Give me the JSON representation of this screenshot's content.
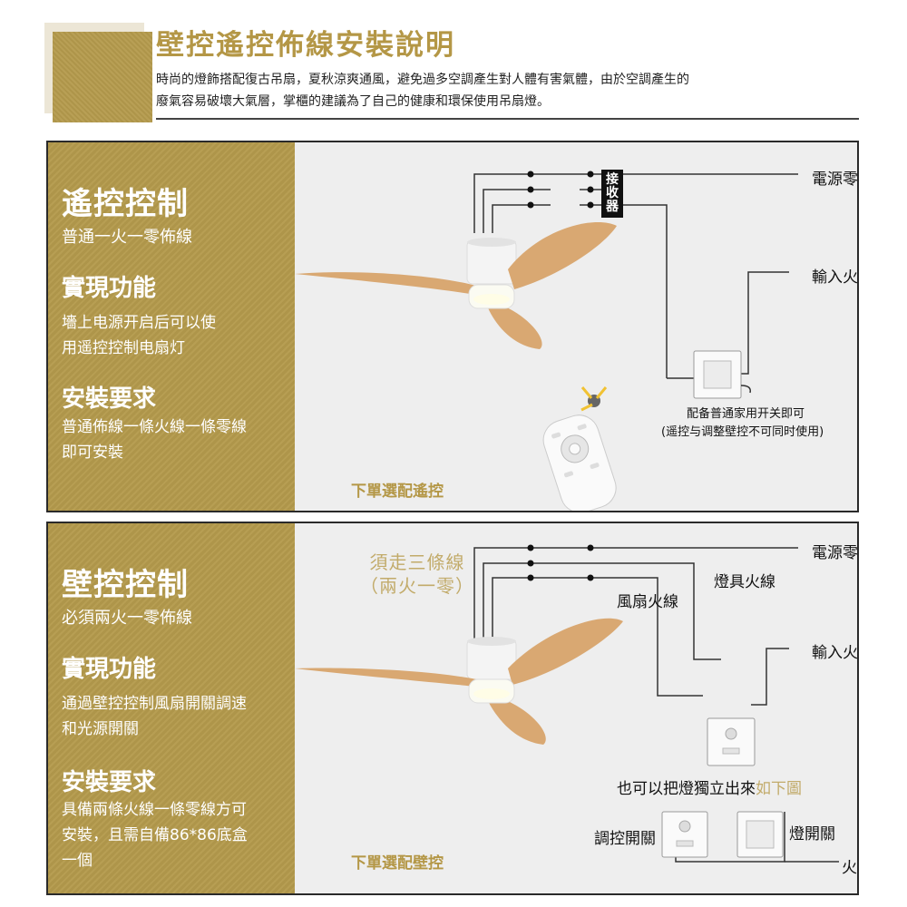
{
  "header": {
    "title": "壁控遙控佈線安裝說明",
    "desc_line1": "時尚的燈飾搭配復古吊扇，夏秋涼爽通風，避免過多空調產生對人體有害氣體，由於空調產生的",
    "desc_line2": "廢氣容易破壞大氣層，掌櫃的建議為了自己的健康和環保使用吊扇燈。"
  },
  "panel_remote": {
    "title": "遙控控制",
    "subtitle": "普通一火一零佈線",
    "func_heading": "實現功能",
    "func_line1": "墻上电源开启后可以使",
    "func_line2": "用遥控控制电扇灯",
    "req_heading": "安裝要求",
    "req_line1": "普通佈線一條火線一條零線",
    "req_line2": "即可安裝",
    "receiver_label": "接收器",
    "label_neutral": "電源零線",
    "label_live_in": "輸入火線",
    "switch_note_line1": "配备普通家用开关即可",
    "switch_note_line2": "(遥控与调整壁控不可同时使用)",
    "order_note": "下單選配遙控"
  },
  "panel_wall": {
    "title": "壁控控制",
    "subtitle": "必須兩火一零佈線",
    "func_heading": "實現功能",
    "func_line1": "通過壁控控制風扇開關調速",
    "func_line2": "和光源開關",
    "req_heading": "安裝要求",
    "req_line1": "具備兩條火線一條零線方可",
    "req_line2": "安裝，且需自備86*86底盒",
    "req_line3": "一個",
    "wires_note_line1": "須走三條線",
    "wires_note_line2": "（兩火一零）",
    "label_neutral": "電源零線",
    "label_lamp_live": "燈具火線",
    "label_fan_live": "風扇火線",
    "label_live_in": "輸入火線",
    "separate_note_main": "也可以把燈獨立出來",
    "separate_note_accent": "如下圖",
    "label_dimmer_switch": "調控開關",
    "label_light_switch": "燈開關",
    "label_live": "火線",
    "order_note": "下單選配壁控"
  },
  "colors": {
    "gold": "#b49a4c",
    "gold_text": "#b49746",
    "wood": "#d9a872",
    "panel_bg": "#eeeeee"
  }
}
